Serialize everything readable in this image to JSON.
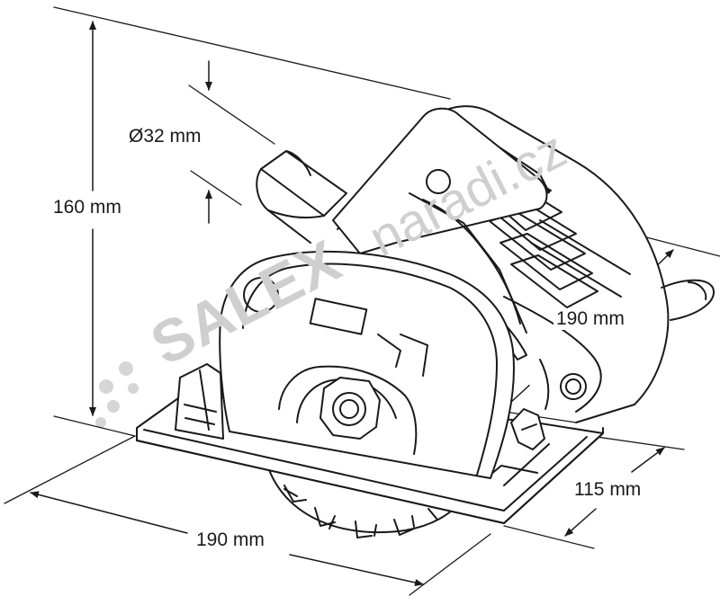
{
  "dimensions": {
    "height": "160 mm",
    "hose_diameter": "Ø32 mm",
    "depth": "190 mm",
    "base_width": "115 mm",
    "base_length": "190 mm"
  },
  "watermark": {
    "brand": "SALEX",
    "site": "naradi.cz"
  },
  "colors": {
    "line": "#1a1a1a",
    "watermark": "#cfcfcf",
    "background": "#ffffff"
  }
}
